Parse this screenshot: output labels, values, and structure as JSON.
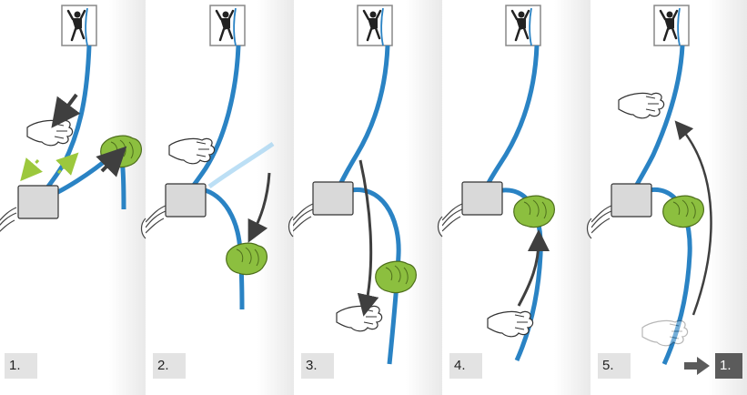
{
  "steps": [
    {
      "label": "1."
    },
    {
      "label": "2."
    },
    {
      "label": "3."
    },
    {
      "label": "4."
    },
    {
      "label": "5."
    }
  ],
  "next_step": {
    "label": "1."
  },
  "colors": {
    "rope": "#2a83c4",
    "rope_highlight": "#8fc9ef",
    "device": "#d9d9d9",
    "brake_hand": "#8cbf3f",
    "arrow": "#3f3f3f",
    "panel_bg": "#f3f3f3",
    "label_bg": "#e3e3e3",
    "label_dark": "#5b5b5b"
  },
  "icons": [
    "climber-icon",
    "belay-device-icon",
    "hand-icon",
    "brake-hand-icon",
    "arrow-icon",
    "next-arrow-icon"
  ]
}
